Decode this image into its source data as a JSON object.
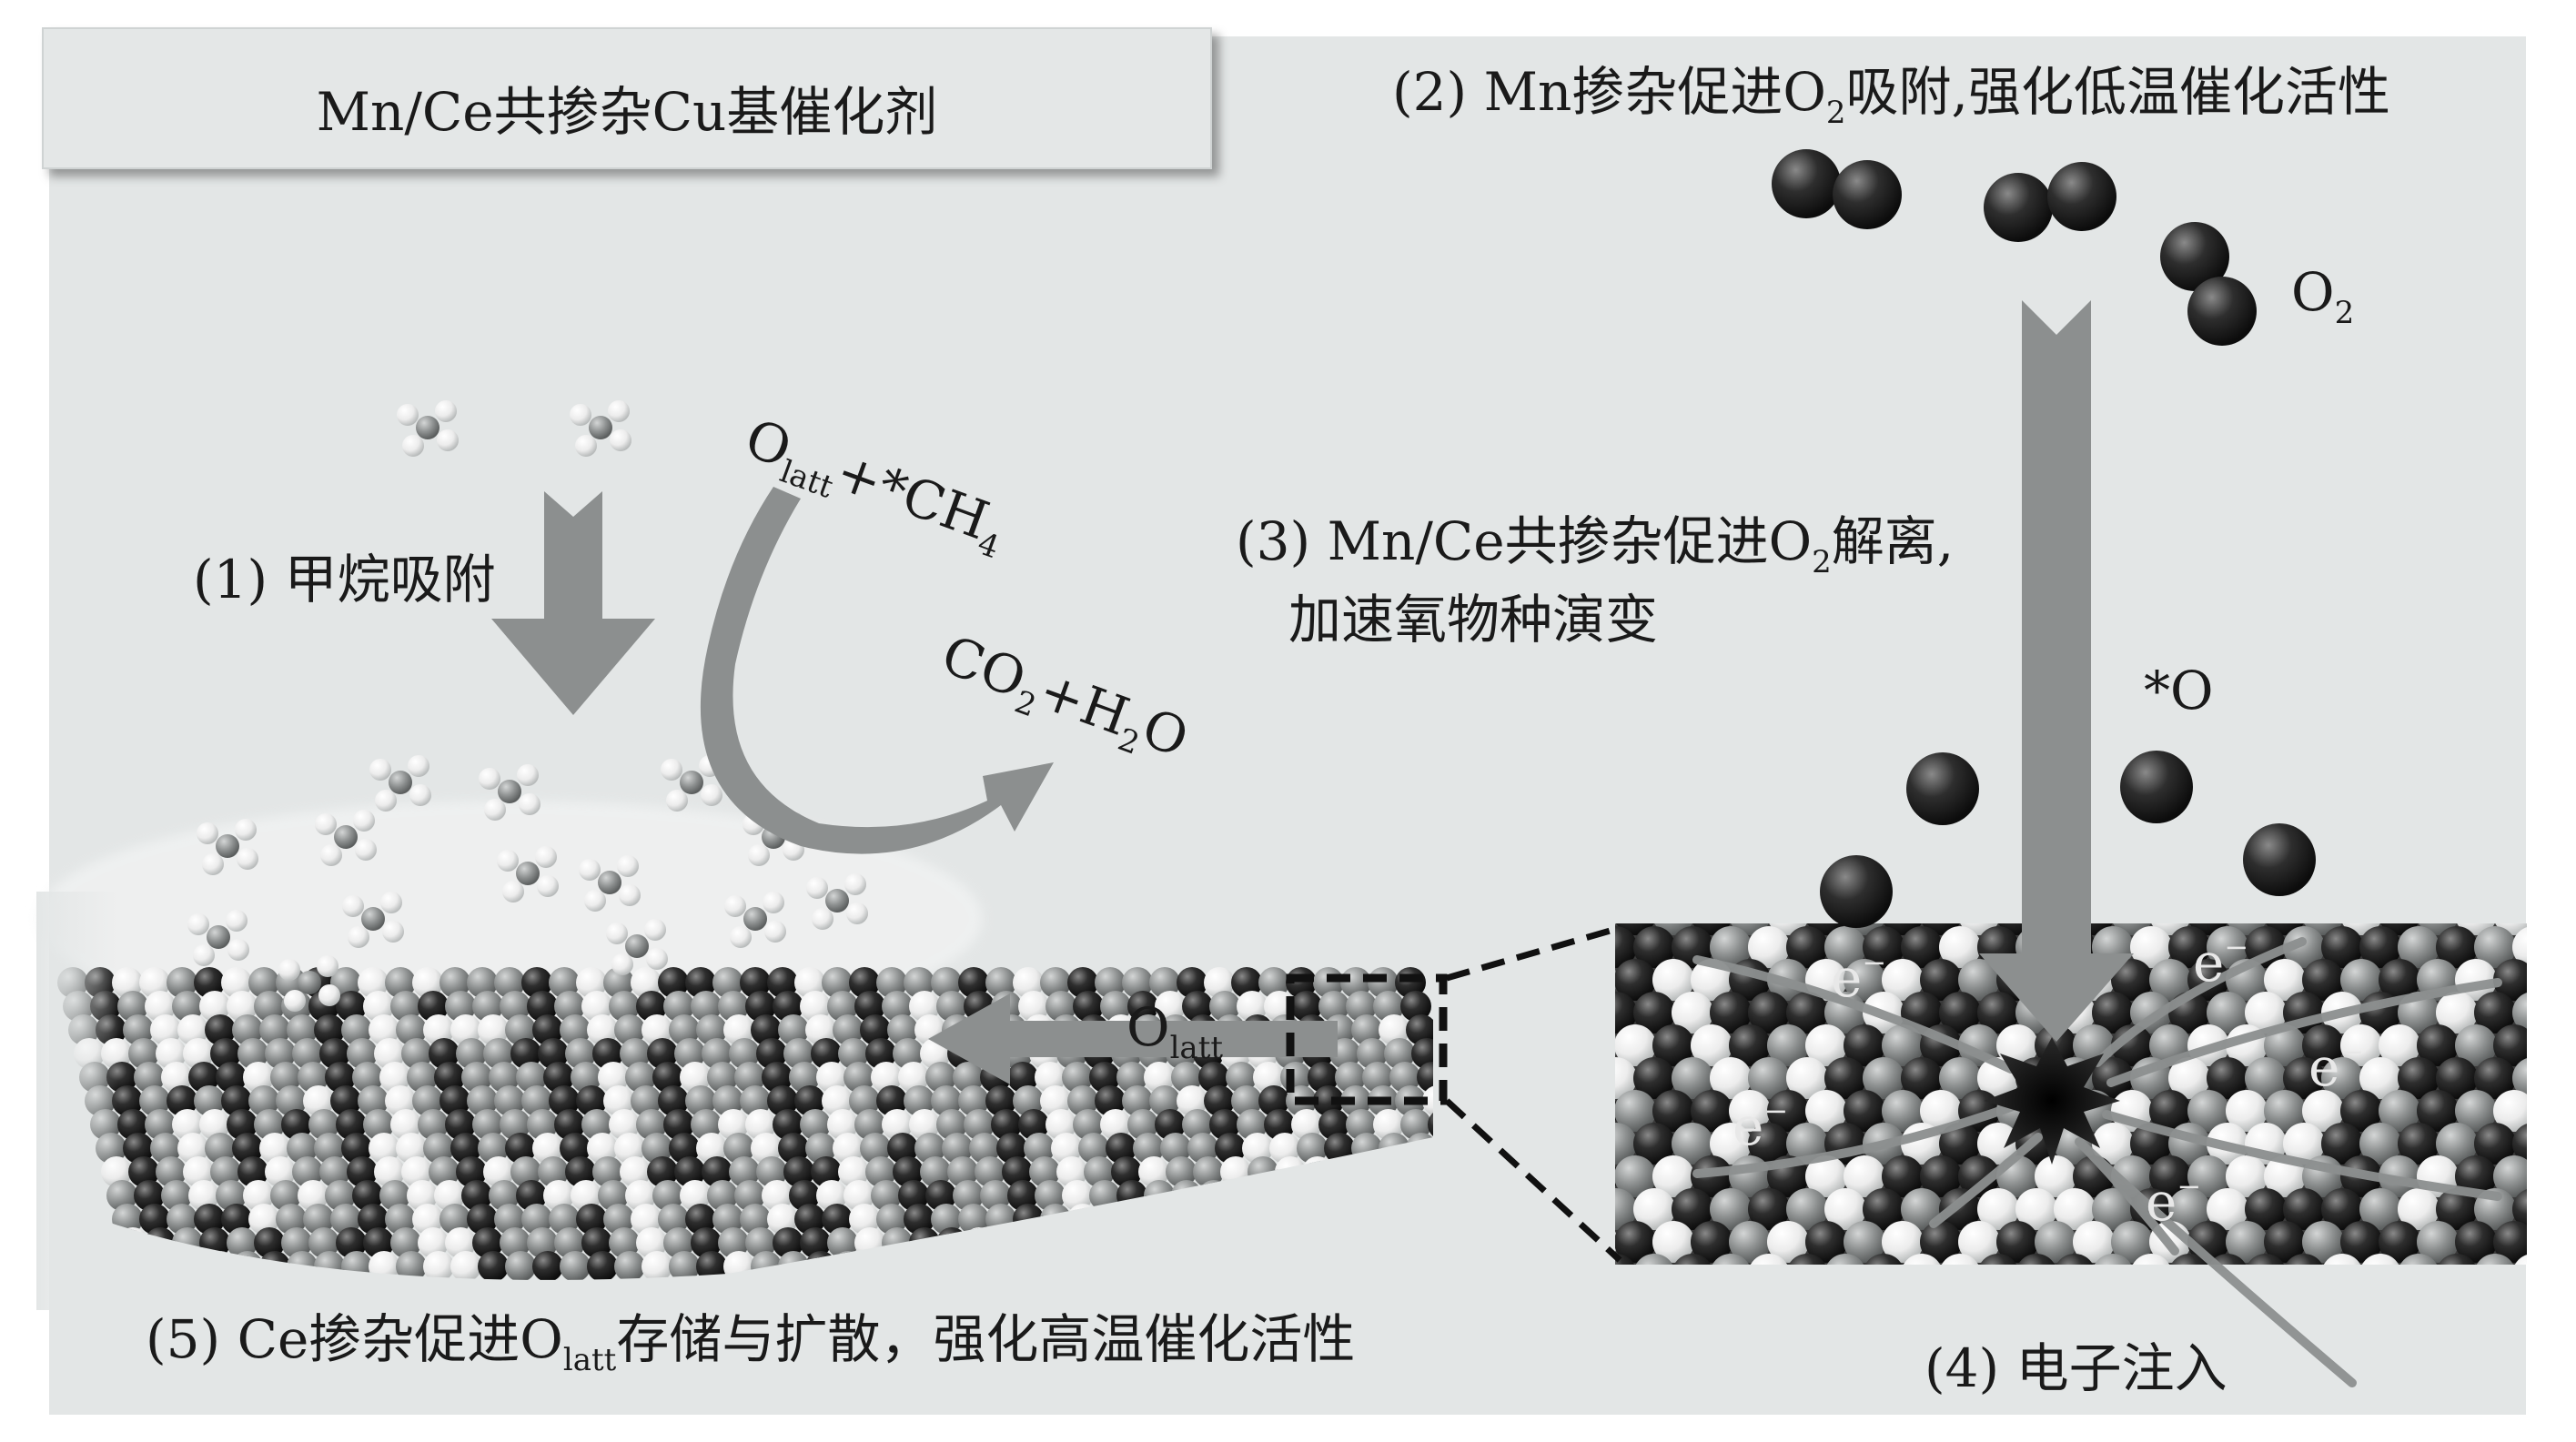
{
  "title": "Mn/Ce共掺杂Cu基催化剂",
  "steps": {
    "s1": "(1) 甲烷吸附",
    "s2_pre": "(2) Mn掺杂促进O",
    "s2_sub": "2",
    "s2_post": "吸附,强化低温催化活性",
    "s3_pre": "(3) Mn/Ce共掺杂促进O",
    "s3_sub": "2",
    "s3_post": "解离,",
    "s3_line2": "加速氧物种演变",
    "s4": "(4) 电子注入",
    "s5_pre": "(5) Ce掺杂促进O",
    "s5_sub": "latt",
    "s5_post": "存储与扩散，强化高温催化活性"
  },
  "species": {
    "o2_main": "O",
    "o2_sub": "2",
    "star_o": "*O",
    "olatt_main": "O",
    "olatt_sub": "latt",
    "reactant_o": "O",
    "reactant_o_sub": "latt",
    "reactant_rest": "+*CH",
    "reactant_ch4_sub": "4",
    "product_co": "CO",
    "product_co2_sub": "2",
    "product_plus_h": "+H",
    "product_h2_sub": "2",
    "product_o": "O",
    "electron": "e",
    "electron_sup": "−"
  },
  "colors": {
    "background": "#e3e6e6",
    "arrow": "#8c8f8f",
    "atom_dark": "#2b2b2b",
    "atom_mid": "#8e9191",
    "atom_light": "#eeeeee"
  }
}
